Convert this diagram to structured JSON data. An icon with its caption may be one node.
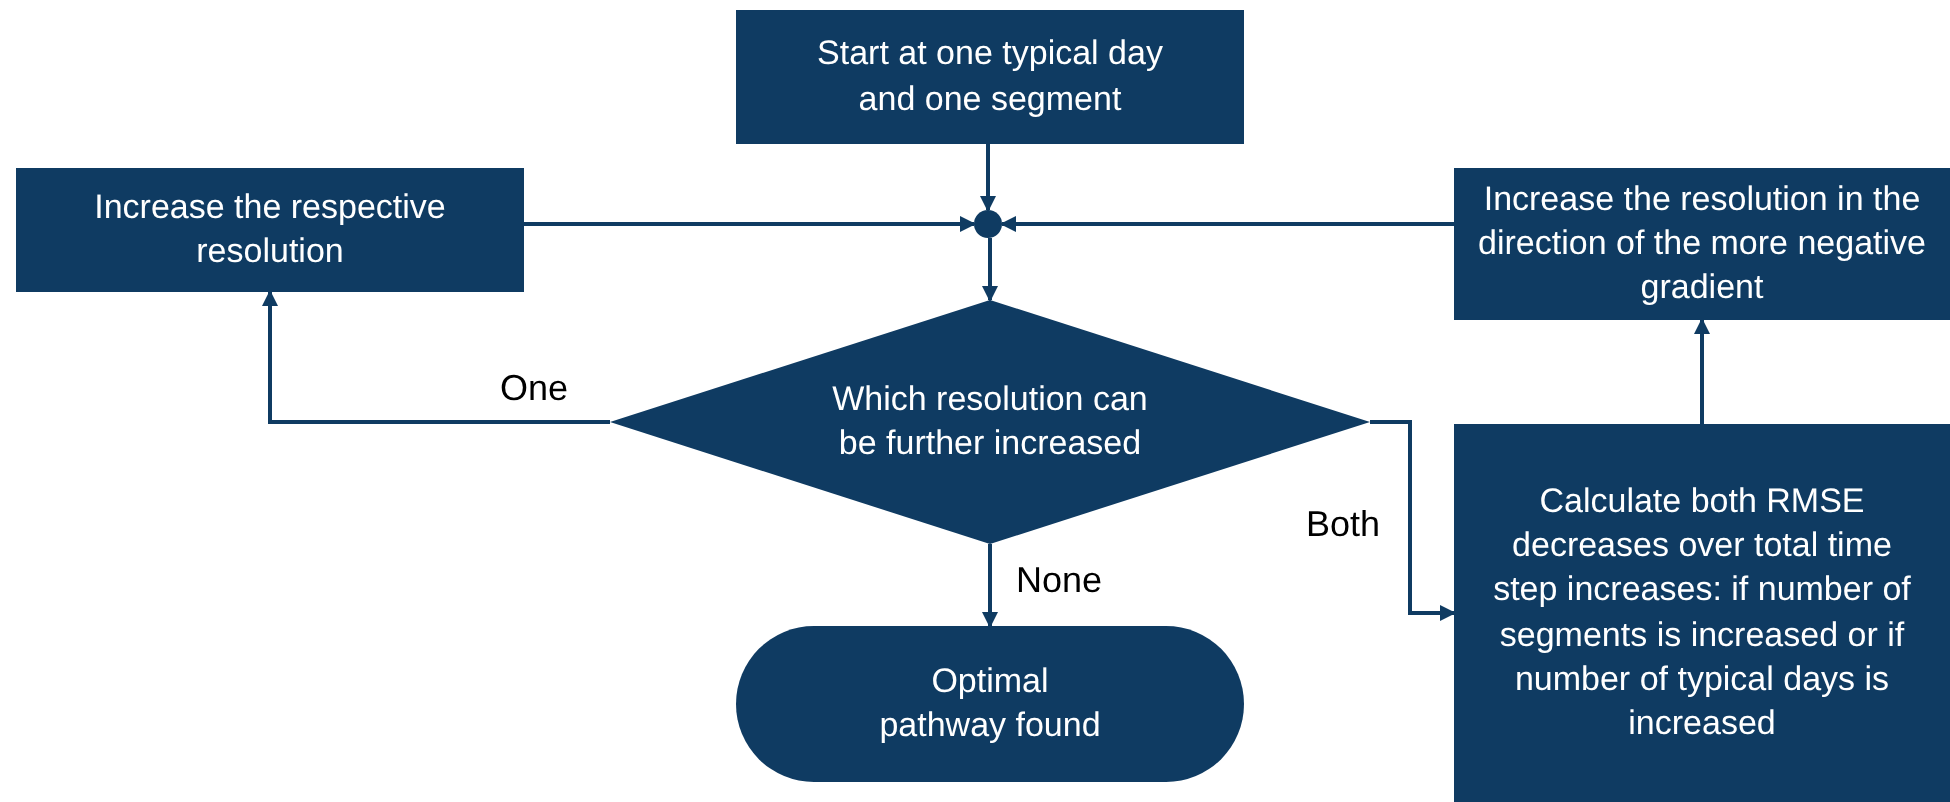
{
  "diagram": {
    "nodes": [
      {
        "text": [
          "Start at one typical day and one segment"
        ]
      },
      {
        "text": [
          "Increase the respective resolution"
        ]
      },
      {
        "text": [],
        "shape": "circle"
      },
      {
        "text": [
          "Increase the resolution in the direction of the more negative gradient"
        ]
      },
      {
        "text": [
          "Which resolution can be further increased"
        ]
      },
      {
        "text": [
          "Calculate both RMSE decreases over total time step increases: if number of segments is increased or if number of typical days is increased"
        ]
      },
      {
        "text": [
          "Optimal pathway found"
        ]
      }
    ],
    "edges": [
      {
        "from": 0,
        "to": 2,
        "arrow": "to"
      },
      {
        "from": 1,
        "to": 2,
        "arrow": "to"
      },
      {
        "from": 3,
        "to": 2,
        "arrow": "to"
      },
      {
        "from": 2,
        "to": 4,
        "arrow": "to"
      },
      {
        "from": 4,
        "to": 1,
        "arrow": "to",
        "label": "One"
      },
      {
        "from": 4,
        "to": 6,
        "arrow": "to",
        "label": "None"
      },
      {
        "from": 4,
        "to": 5,
        "arrow": "to",
        "label": "Both"
      },
      {
        "from": 5,
        "to": 3,
        "arrow": "to"
      }
    ]
  }
}
